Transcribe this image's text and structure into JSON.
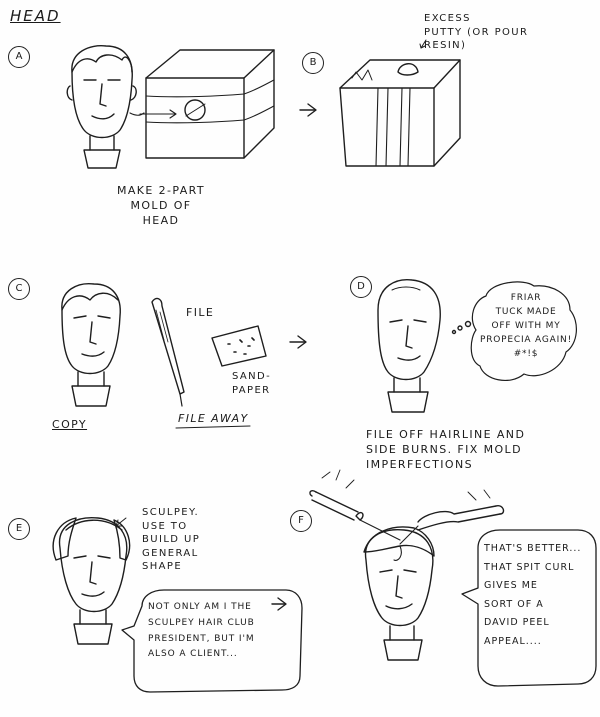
{
  "title": "HEAD",
  "steps": {
    "a": {
      "letter": "A",
      "caption": "MAKE 2-PART\nMOLD OF\nHEAD"
    },
    "b": {
      "letter": "B",
      "note": "EXCESS\nPUTTY (OR POUR\nRESIN)"
    },
    "c": {
      "letter": "C",
      "file_label": "FILE",
      "sandpaper_label": "SAND-\nPAPER",
      "copy_label": "COPY",
      "file_away_label": "FILE AWAY"
    },
    "d": {
      "letter": "D",
      "thought": "FRIAR\nTUCK MADE\nOFF WITH MY\nPROPECIA AGAIN!\n#*!$",
      "caption": "FILE OFF HAIRLINE AND\nSIDE BURNS. FIX MOLD\nIMPERFECTIONS"
    },
    "e": {
      "letter": "E",
      "note": "SCULPEY.\nUSE TO\nBUILD UP\nGENERAL\nSHAPE",
      "speech": "NOT ONLY AM I THE\nSCULPEY HAIR CLUB\nPRESIDENT, BUT I'M\nALSO A CLIENT..."
    },
    "f": {
      "letter": "F",
      "speech": "THAT'S BETTER...\nTHAT SPIT CURL\nGIVES ME\nSORT OF A\nDAVID PEEL\nAPPEAL...."
    }
  }
}
